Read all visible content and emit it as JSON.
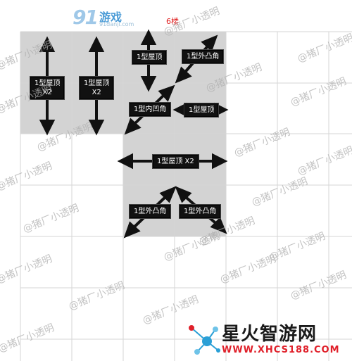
{
  "logo": {
    "number": "91",
    "name": "游戏",
    "domain": "91danji.com"
  },
  "floor_label": "6楼",
  "watermark": "@猪厂小透明",
  "labels": {
    "a": [
      "1型屋顶",
      "X2"
    ],
    "b": [
      "1型屋顶",
      "X2"
    ],
    "c": [
      "1型屋顶"
    ],
    "d": [
      "1型外凸角"
    ],
    "e": [
      "1型内凹角"
    ],
    "f": [
      "1型屋顶"
    ],
    "g": [
      "1型屋顶 X2"
    ],
    "h": [
      "1型外凸角"
    ],
    "i": [
      "1型外凸角"
    ]
  },
  "brand": {
    "name": "星火智游网",
    "url": "WWW.XHCS188.COM"
  },
  "colors": {
    "gray_cell": "#d3d3d3",
    "label_bg": "#111111",
    "floor_red": "#e02020",
    "brand_red": "#e0202a",
    "brand_blue": "#2a9fd6"
  }
}
